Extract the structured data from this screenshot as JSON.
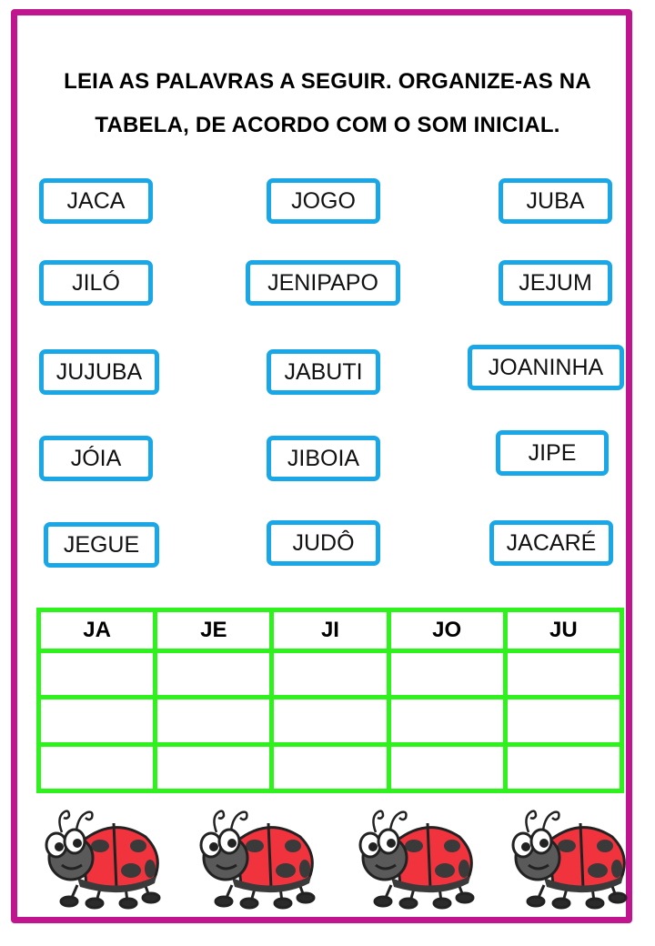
{
  "title": {
    "line1": "LEIA AS PALAVRAS A SEGUIR. ORGANIZE-AS NA",
    "line2": "TABELA, DE ACORDO COM O SOM INICIAL."
  },
  "words": [
    "JACA",
    "JOGO",
    "JUBA",
    "JILÓ",
    "JENIPAPO",
    "JEJUM",
    "JUJUBA",
    "JABUTI",
    "JOANINHA",
    "JÓIA",
    "JIBOIA",
    "JIPE",
    "JEGUE",
    "JUDÔ",
    "JACARÉ"
  ],
  "table": {
    "headers": [
      "JA",
      "JE",
      "JI",
      "JO",
      "JU"
    ],
    "empty_rows": 3
  },
  "decorations": {
    "icon": "ladybug-icon",
    "count": 4
  },
  "colors": {
    "frame": "#c0158f",
    "word_border": "#1aa7e8",
    "table_border": "#2df21b",
    "ladybug_red": "#f0333d",
    "ladybug_gray": "#5a5a5a"
  }
}
